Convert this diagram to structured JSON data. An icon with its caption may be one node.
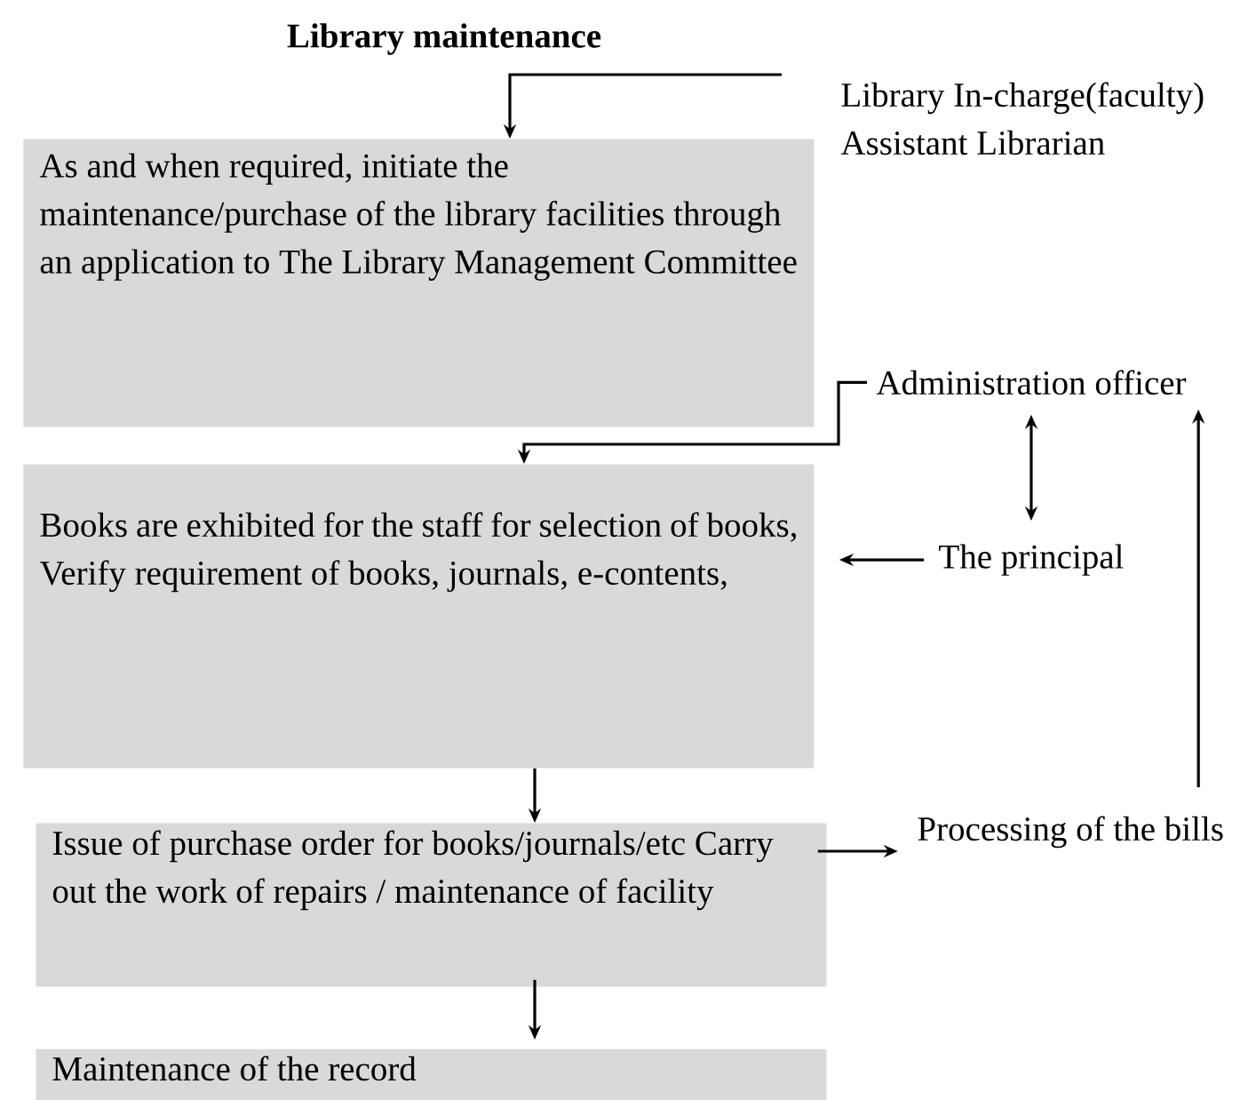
{
  "diagram": {
    "title": "Library maintenance",
    "nodes": [
      {
        "text": [
          "As and when required, initiate the maintenance/purchase of the library facilities through an application to The Library Management Committee"
        ]
      },
      {
        "text": [
          "Books are exhibited for the staff for selection of books, Verify requirement of books, journals, e-contents,"
        ]
      },
      {
        "text": [
          "Issue of purchase order for books/journals/etc Carry out the work of repairs / maintenance of facility"
        ]
      },
      {
        "text": [
          "Maintenance of the record"
        ]
      },
      {
        "text": [
          "Library In-charge(faculty)",
          "Assistant Librarian"
        ]
      },
      {
        "text": [
          "Administration officer"
        ]
      },
      {
        "text": [
          "The principal"
        ]
      },
      {
        "text": [
          "Processing of the bills"
        ]
      }
    ],
    "edges": [
      {
        "from": 4,
        "to": 0,
        "arrow": "to"
      },
      {
        "from": 5,
        "to": 1,
        "arrow": "to"
      },
      {
        "from": 5,
        "to": 6,
        "arrow": "both"
      },
      {
        "from": 6,
        "to": 1,
        "arrow": "to"
      },
      {
        "from": 1,
        "to": 2,
        "arrow": "to"
      },
      {
        "from": 2,
        "to": 7,
        "arrow": "to"
      },
      {
        "from": 7,
        "to": 5,
        "arrow": "to"
      },
      {
        "from": 2,
        "to": 3,
        "arrow": "to"
      }
    ]
  }
}
